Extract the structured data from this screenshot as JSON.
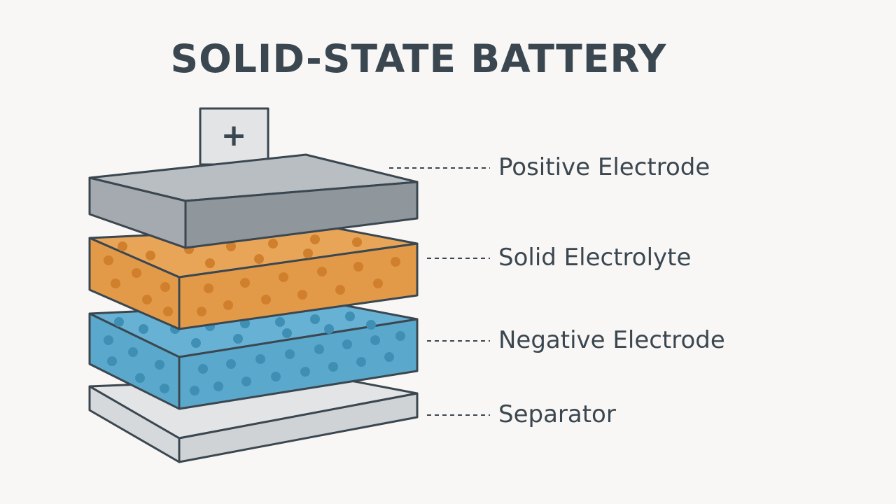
{
  "title": "SOLID-STATE BATTERY",
  "terminal_symbol": "+",
  "layers": [
    {
      "label": "Positive Electrode",
      "color": "#8f969c",
      "side_color": "#a4aaaf",
      "top_color": "#b9bec2"
    },
    {
      "label": "Solid Electrolyte",
      "color": "#e39a48",
      "side_color": "#e39a48",
      "top_color": "#e8a558"
    },
    {
      "label": "Negative Electrode",
      "color": "#5aa8cc",
      "side_color": "#5aa8cc",
      "top_color": "#67b1d4"
    },
    {
      "label": "Separator",
      "color": "#cfd3d6",
      "side_color": "#d6d9db",
      "top_color": "#e2e4e6"
    }
  ],
  "outline_color": "#3b4750",
  "text_color": "#3b4750"
}
